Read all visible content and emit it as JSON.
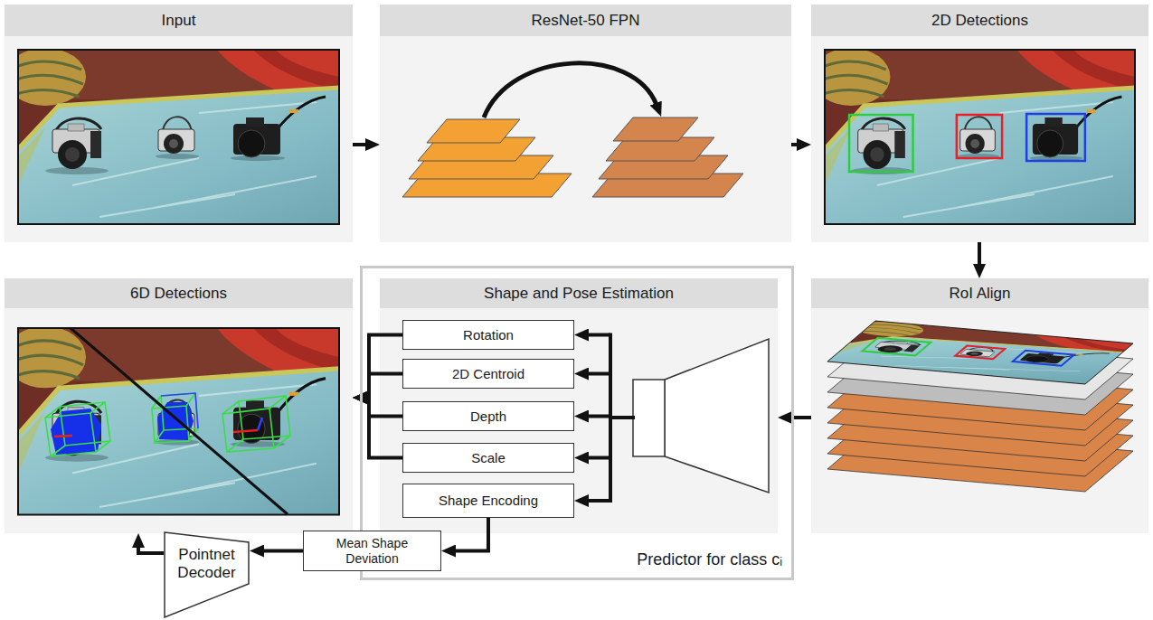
{
  "diagram": {
    "nodes": [
      {
        "text": [
          "Input"
        ]
      },
      {
        "text": [
          "ResNet-50 FPN"
        ]
      },
      {
        "text": [
          "2D Detections"
        ]
      },
      {
        "text": [
          "6D Detections"
        ]
      },
      {
        "text": [
          "Predictor for class cᵢ"
        ]
      },
      {
        "text": [
          "Shape and Pose Estimation"
        ],
        "in": 4
      },
      {
        "text": [
          "Rotation"
        ],
        "in": 5
      },
      {
        "text": [
          "2D Centroid"
        ],
        "in": 5
      },
      {
        "text": [
          "Depth"
        ],
        "in": 5
      },
      {
        "text": [
          "Scale"
        ],
        "in": 5
      },
      {
        "text": [
          "Shape Encoding"
        ],
        "in": 5
      },
      {
        "text": [
          "RoI Align"
        ]
      },
      {
        "text": [
          "Mean Shape Deviation"
        ]
      },
      {
        "text": [
          "Pointnet Decoder"
        ]
      }
    ],
    "edges": [
      {
        "from": 0,
        "to": 1,
        "arrow": "to"
      },
      {
        "from": 1,
        "to": 2,
        "arrow": "to"
      },
      {
        "from": 2,
        "to": 11,
        "arrow": "to"
      },
      {
        "from": 11,
        "to": 5,
        "arrow": "to"
      },
      {
        "from": 6,
        "to": 3,
        "arrow": "to"
      },
      {
        "from": 7,
        "to": 3,
        "arrow": "to"
      },
      {
        "from": 8,
        "to": 3,
        "arrow": "to"
      },
      {
        "from": 9,
        "to": 3,
        "arrow": "to"
      },
      {
        "from": 10,
        "to": 12,
        "arrow": "to"
      },
      {
        "from": 12,
        "to": 13,
        "arrow": "to"
      },
      {
        "from": 13,
        "to": 3,
        "arrow": "to"
      }
    ]
  }
}
